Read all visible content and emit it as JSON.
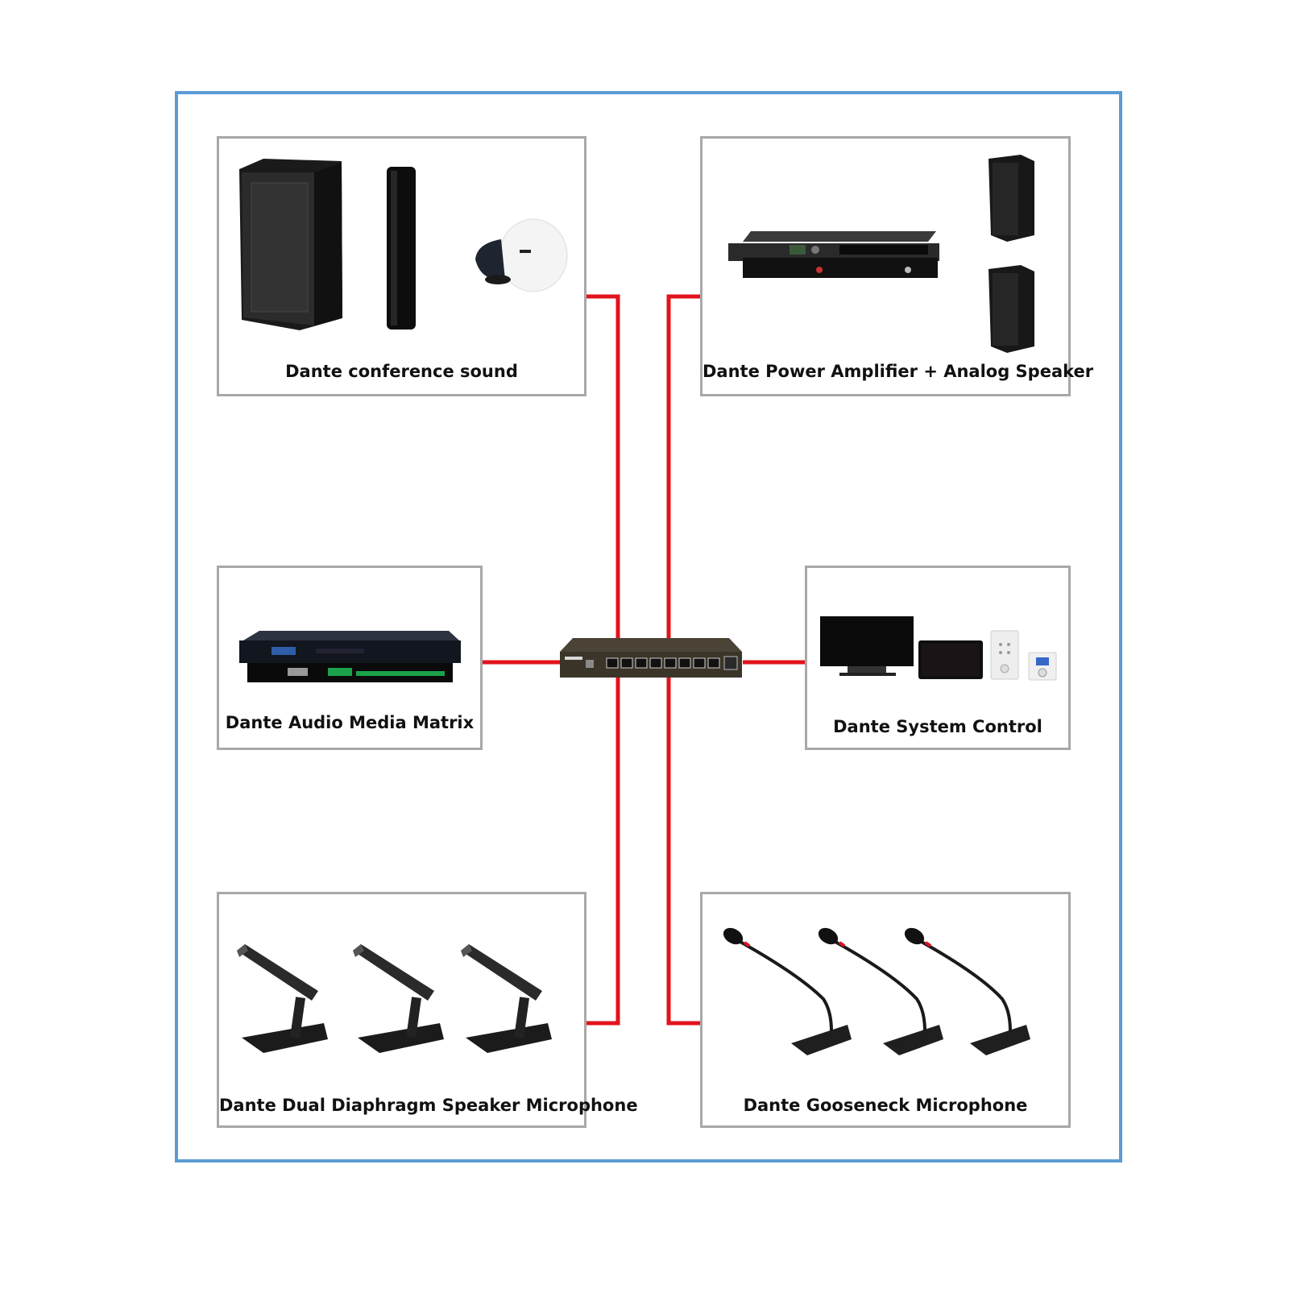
{
  "diagram": {
    "colors": {
      "frame": "#5b9bd5",
      "wire": "#e3131b",
      "card_border": "#a8a8a8"
    },
    "nodes": {
      "top_left": {
        "label": "Dante conference sound",
        "icons": [
          "cabinet-speaker-icon",
          "column-speaker-icon",
          "ceiling-speaker-icon"
        ]
      },
      "top_right": {
        "label": "Dante Power Amplifier + Analog Speaker",
        "icons": [
          "power-amplifier-icon",
          "wall-speaker-icon"
        ]
      },
      "mid_left": {
        "label": "Dante Audio Media Matrix",
        "icons": [
          "audio-matrix-rack-icon"
        ]
      },
      "mid_right": {
        "label": "Dante System Control",
        "icons": [
          "monitor-icon",
          "tablet-icon",
          "wall-panel-icon",
          "control-knob-icon"
        ]
      },
      "bot_left": {
        "label": "Dante Dual Diaphragm Speaker Microphone",
        "icons": [
          "desktop-speaker-microphone-icon"
        ]
      },
      "bot_right": {
        "label": "Dante Gooseneck Microphone",
        "icons": [
          "gooseneck-microphone-icon"
        ]
      },
      "hub": {
        "icons": [
          "network-switch-icon"
        ]
      }
    }
  }
}
